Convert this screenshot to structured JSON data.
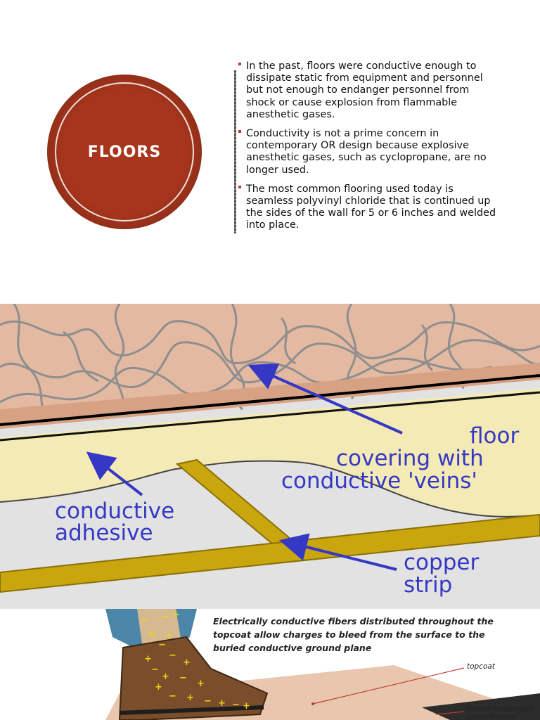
{
  "slide": {
    "title": "FLOORS",
    "bullets": [
      "In the past, floors were conductive enough to dissipate static from equipment and personnel but not enough to endanger personnel from shock or cause explosion from flammable anesthetic gases.",
      "Conductivity is not a prime concern in contemporary OR design because explosive anesthetic gases, such as cyclopropane, are no longer used.",
      "The most common flooring used today is seamless polyvinyl chloride that is continued up the sides of the wall for 5 or 6 inches and welded into place."
    ]
  },
  "floor_diagram": {
    "label_floor_line1": "floor",
    "label_floor_line2": "covering with",
    "label_floor_line3": "conductive 'veins'",
    "label_adhesive_line1": "conductive",
    "label_adhesive_line2": "adhesive",
    "label_copper_line1": "copper",
    "label_copper_line2": "strip"
  },
  "shoe_diagram": {
    "caption": "Electrically conductive fibers distributed throughout the topcoat allow charges to bleed from the surface to the buried conductive ground plane",
    "label_topcoat": "topcoat",
    "label_ground_plane": "buried conductive ground plane"
  },
  "colors": {
    "circle": "#a8361d",
    "label_blue": "#3538c4",
    "copper": "#c9a50e",
    "covering": "#e3b9a1",
    "adhesive": "#f3eab5"
  }
}
